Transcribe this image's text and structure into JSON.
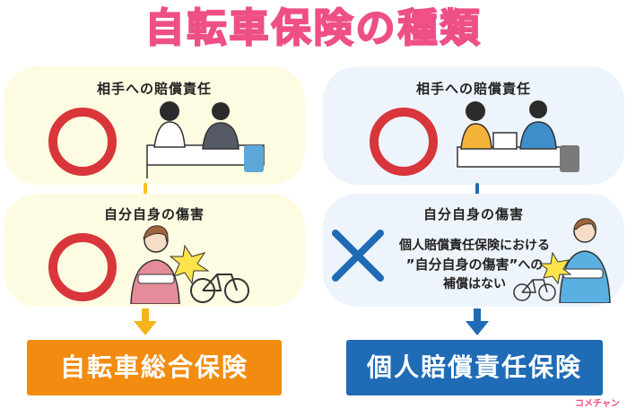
{
  "title": "自転車保険の種類",
  "left": {
    "top_label": "相手への賠償責任",
    "bottom_label": "自分自身の傷害",
    "result": "自転車総合保険",
    "colors": {
      "panel": "#fdfbe1",
      "connector": "#f5c21a",
      "arrow": "#f5b41a",
      "result": "#f18c11"
    }
  },
  "right": {
    "top_label": "相手への賠償責任",
    "bottom_label": "自分自身の傷害",
    "no_cover_line1": "個人賠償責任保険における",
    "no_cover_line2_quote": "”自分自身の傷害”",
    "no_cover_line2_rest": "への",
    "no_cover_line3": "補償はない",
    "result": "個人賠償責任保険",
    "colors": {
      "panel": "#eef4fb",
      "connector": "#1f6bb5",
      "arrow": "#1f6bb5",
      "result": "#1f6bb5"
    }
  },
  "marks": {
    "circle_color": "#d8363a",
    "cross_color": "#1f6bb5"
  },
  "logo": {
    "text": "コメチャン"
  },
  "accent": "#ee4f86"
}
